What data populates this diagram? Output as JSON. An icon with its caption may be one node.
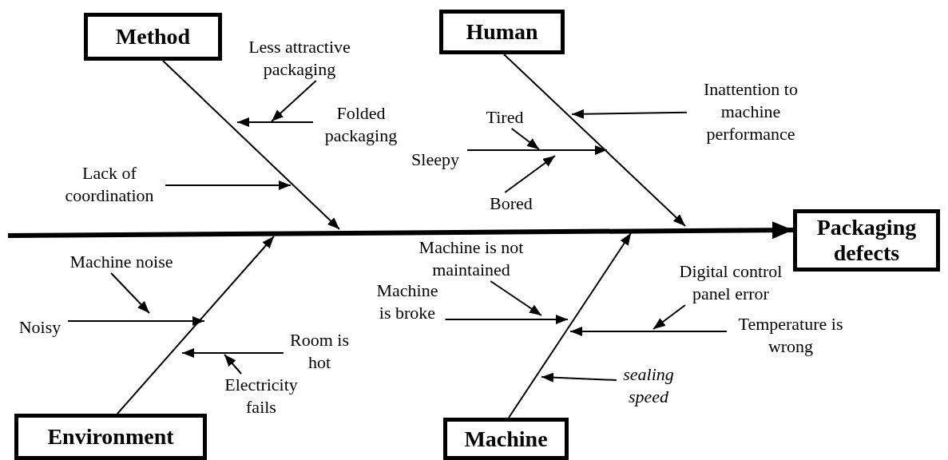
{
  "diagram": {
    "nodes": [
      {
        "text": [
          "Method"
        ]
      },
      {
        "text": [
          "Human"
        ]
      },
      {
        "text": [
          "Environment"
        ]
      },
      {
        "text": [
          "Machine"
        ]
      },
      {
        "text": [
          "Packaging defects"
        ]
      },
      {
        "text": [
          "Less attractive packaging"
        ]
      },
      {
        "text": [
          "Folded packaging"
        ]
      },
      {
        "text": [
          "Lack of coordination"
        ]
      },
      {
        "text": [
          "Tired"
        ]
      },
      {
        "text": [
          "Sleepy"
        ]
      },
      {
        "text": [
          "Bored"
        ]
      },
      {
        "text": [
          "Inattention to machine performance"
        ]
      },
      {
        "text": [
          "Machine noise"
        ]
      },
      {
        "text": [
          "Noisy"
        ]
      },
      {
        "text": [
          "Room is hot"
        ]
      },
      {
        "text": [
          "Electricity fails"
        ]
      },
      {
        "text": [
          "Machine is not maintained"
        ]
      },
      {
        "text": [
          "Machine is broke"
        ]
      },
      {
        "text": [
          "Digital control panel error"
        ]
      },
      {
        "text": [
          "Temperature is wrong"
        ]
      },
      {
        "text": [
          "sealing speed"
        ]
      }
    ],
    "edges": [
      {
        "from": null,
        "to": 4,
        "arrow": "to",
        "style": "thick"
      },
      {
        "from": 0,
        "to": null,
        "arrow": "to"
      },
      {
        "from": 1,
        "to": null,
        "arrow": "to"
      },
      {
        "from": 2,
        "to": null,
        "arrow": "to"
      },
      {
        "from": 3,
        "to": null,
        "arrow": "to"
      },
      {
        "from": 6,
        "to": null,
        "arrow": "to"
      },
      {
        "from": 5,
        "to": null,
        "arrow": "to"
      },
      {
        "from": 7,
        "to": null,
        "arrow": "to"
      },
      {
        "from": 9,
        "to": null,
        "arrow": "to"
      },
      {
        "from": 8,
        "to": null,
        "arrow": "to"
      },
      {
        "from": 10,
        "to": null,
        "arrow": "to"
      },
      {
        "from": 11,
        "to": null,
        "arrow": "to"
      },
      {
        "from": 13,
        "to": null,
        "arrow": "to"
      },
      {
        "from": 12,
        "to": null,
        "arrow": "to"
      },
      {
        "from": 14,
        "to": null,
        "arrow": "to"
      },
      {
        "from": 15,
        "to": null,
        "arrow": "to"
      },
      {
        "from": 17,
        "to": null,
        "arrow": "to"
      },
      {
        "from": 16,
        "to": null,
        "arrow": "to"
      },
      {
        "from": 19,
        "to": null,
        "arrow": "to"
      },
      {
        "from": 18,
        "to": null,
        "arrow": "to"
      },
      {
        "from": 20,
        "to": null,
        "arrow": "to"
      }
    ]
  }
}
